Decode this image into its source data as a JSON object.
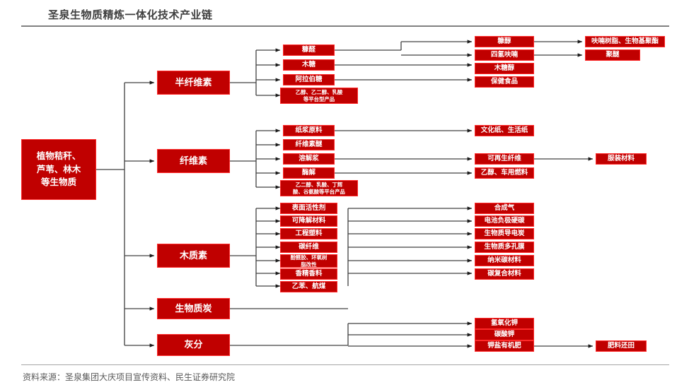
{
  "header": {
    "title": "圣泉生物质精炼一体化技术产业链"
  },
  "footer": {
    "source": "资料来源：圣泉集团大庆项目宣传资料、民生证券研究院"
  },
  "colors": {
    "node_fill": "#c00000",
    "node_border": "#ff2a2a",
    "node_text": "#ffffff",
    "connector": "#404040",
    "rule": "#808080",
    "title_text": "#404040",
    "source_text": "#595959"
  },
  "diagram": {
    "type": "flowchart",
    "root": {
      "id": "root",
      "label": "植物秸秆、\n芦苇、林木\n等生物质"
    },
    "categories": [
      {
        "id": "cat-hemicellulose",
        "label": "半纤维素"
      },
      {
        "id": "cat-cellulose",
        "label": "纤维素"
      },
      {
        "id": "cat-lignin",
        "label": "木质素"
      },
      {
        "id": "cat-biochar",
        "label": "生物质炭"
      },
      {
        "id": "cat-ash",
        "label": "灰分"
      }
    ],
    "level3": {
      "hemicellulose": [
        {
          "id": "l3-furfural",
          "label": "糠醛"
        },
        {
          "id": "l3-xylose",
          "label": "木糖"
        },
        {
          "id": "l3-arabinose",
          "label": "阿拉伯糖"
        },
        {
          "id": "l3-platform-1",
          "label": "乙醇、乙二醇、乳酸\n等平台型产品"
        }
      ],
      "cellulose": [
        {
          "id": "l3-pulp-raw",
          "label": "纸浆原料"
        },
        {
          "id": "l3-cell-ether",
          "label": "纤维素醚"
        },
        {
          "id": "l3-dissolving",
          "label": "溶解浆"
        },
        {
          "id": "l3-enzymolysis",
          "label": "酶解"
        },
        {
          "id": "l3-platform-2",
          "label": "乙二醇、乳酸、丁辉\n酸、谷氨酸等平台产品"
        }
      ],
      "lignin": [
        {
          "id": "l3-surfactant",
          "label": "表面活性剂"
        },
        {
          "id": "l3-degradable",
          "label": "可降解材料"
        },
        {
          "id": "l3-eng-plastic",
          "label": "工程塑料"
        },
        {
          "id": "l3-carbon-fiber",
          "label": "碳纤维"
        },
        {
          "id": "l3-resin-mod",
          "label": "酚醛胶、环氧树\n脂改性"
        },
        {
          "id": "l3-fragrance",
          "label": "香精香料"
        },
        {
          "id": "l3-fuel",
          "label": "乙苯、航煤"
        }
      ]
    },
    "level4": {
      "hemicellulose": [
        {
          "id": "l4-furfuryl-alcohol",
          "label": "糠醇"
        },
        {
          "id": "l4-thf",
          "label": "四氢呋喃"
        },
        {
          "id": "l4-xylitol",
          "label": "木糖醇"
        },
        {
          "id": "l4-health-food",
          "label": "保健食品"
        }
      ],
      "cellulose": [
        {
          "id": "l4-culture-paper",
          "label": "文化纸、生活纸"
        },
        {
          "id": "l4-regen-fiber",
          "label": "可再生纤维"
        },
        {
          "id": "l4-ethanol-fuel",
          "label": "乙醇、车用燃料"
        }
      ],
      "lignin": [
        {
          "id": "l4-syngas",
          "label": "合成气"
        },
        {
          "id": "l4-hard-carbon",
          "label": "电池负极硬碳"
        },
        {
          "id": "l4-cond-carbon",
          "label": "生物质导电炭"
        },
        {
          "id": "l4-porous-film",
          "label": "生物质多孔膜"
        },
        {
          "id": "l4-nano-carbon",
          "label": "纳米碳材料"
        },
        {
          "id": "l4-carbon-comp",
          "label": "碳复合材料"
        }
      ],
      "ash": [
        {
          "id": "l4-koh",
          "label": "氢氧化钾"
        },
        {
          "id": "l4-k2co3",
          "label": "碳酸钾"
        },
        {
          "id": "l4-potash-organic",
          "label": "钾盐有机肥"
        }
      ]
    },
    "level5": [
      {
        "id": "l5-furan-resin",
        "label": "呋喃树脂、生物基聚酯"
      },
      {
        "id": "l5-polyester",
        "label": "聚醚"
      },
      {
        "id": "l5-garment",
        "label": "服装材料"
      },
      {
        "id": "l5-fertilizer",
        "label": "肥料还田"
      }
    ]
  }
}
